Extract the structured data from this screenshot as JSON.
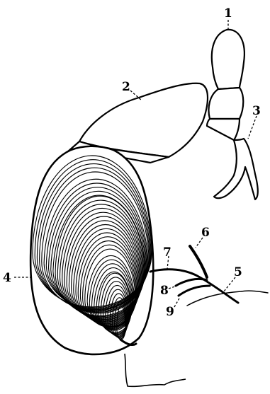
{
  "figure": {
    "labels": [
      {
        "id": "1",
        "text": "1"
      },
      {
        "id": "2",
        "text": "2"
      },
      {
        "id": "3",
        "text": "3"
      },
      {
        "id": "4",
        "text": "4"
      },
      {
        "id": "5",
        "text": "5"
      },
      {
        "id": "6",
        "text": "6"
      },
      {
        "id": "7",
        "text": "7"
      },
      {
        "id": "8",
        "text": "8"
      },
      {
        "id": "9",
        "text": "9"
      }
    ],
    "ink_color": "#000000",
    "paper_color": "#ffffff"
  }
}
